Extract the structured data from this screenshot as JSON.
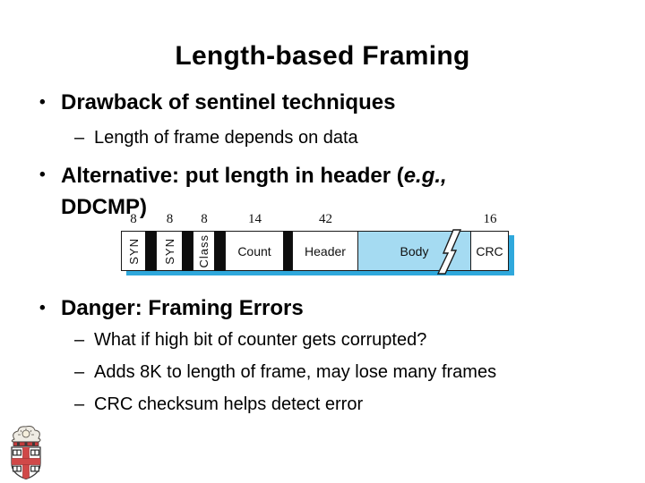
{
  "marks": {
    "bullet": "•",
    "dash": "–"
  },
  "title": "Length-based Framing",
  "content": {
    "bullet1": {
      "label": "Drawback of sentinel techniques"
    },
    "bullet1_sub": "Length of frame depends on data",
    "bullet2": {
      "lead": "Alternative: put length in header (",
      "italic": "e.g.,",
      "line2": "DDCMP)"
    },
    "bullet3": {
      "label": "Danger: Framing Errors"
    },
    "bullet3_subs": [
      "What if high bit of counter gets corrupted?",
      "Adds 8K to length of frame, may lose many frames",
      "CRC checksum helps detect error"
    ]
  },
  "diagram": {
    "fields": [
      {
        "label": "SYN",
        "bits": "8"
      },
      {
        "label": "SYN",
        "bits": "8"
      },
      {
        "label": "Class",
        "bits": "8"
      },
      {
        "label": "Count",
        "bits": "14"
      },
      {
        "label": "Header",
        "bits": "42"
      },
      {
        "label": "Body",
        "bits": ""
      },
      {
        "label": "CRC",
        "bits": "16"
      }
    ],
    "colors": {
      "body_fill": "#A5DBF2",
      "shadow": "#2FA8DC",
      "separator": "#0d0d0d"
    }
  },
  "logo": {
    "name": "brown-university-crest"
  }
}
